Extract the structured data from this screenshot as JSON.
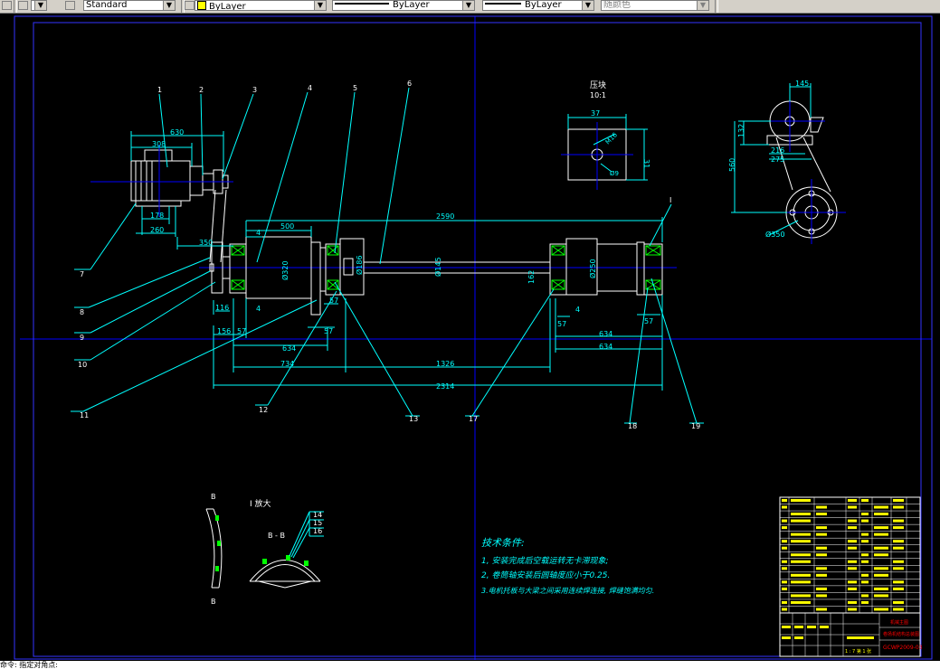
{
  "toolbar": {
    "text_style": "Standard",
    "color": "ByLayer",
    "linetype": "ByLayer",
    "lineweight": "ByLayer",
    "plotstyle": "随颜色",
    "color_swatch": "#ffff00"
  },
  "colors": {
    "background": "#000000",
    "frame": "#3333ff",
    "dim": "#00ffff",
    "part": "#ffffff",
    "bearing": "#00ff00",
    "center": "#0000ff",
    "note": "#00ffff",
    "titleblock_fill": "#ffff00",
    "title_red": "#ff0000"
  },
  "drawing": {
    "balloons": [
      "1",
      "2",
      "3",
      "4",
      "5",
      "6",
      "7",
      "8",
      "9",
      "10",
      "11",
      "12",
      "13",
      "14",
      "15",
      "16",
      "17",
      "18",
      "19"
    ],
    "dims": {
      "d630": "630",
      "d308": "308",
      "d178": "178",
      "d260": "260",
      "d350": "350",
      "d500": "500",
      "d2590": "2590",
      "d4a": "4",
      "d4b": "4",
      "d4c": "4",
      "dphi320": "Ø320",
      "dphi186": "Ø186",
      "dphi145": "Ø145",
      "dphi250": "Ø250",
      "d162": "162",
      "d116": "116",
      "d156": "156",
      "d57a": "57",
      "d57b": "57",
      "d57c": "57",
      "d57d": "57",
      "d634a": "634",
      "d634b": "634",
      "d634c": "634",
      "d734": "734",
      "d1326": "1326",
      "d2314": "2314",
      "d145": "145",
      "d132": "132",
      "d216": "216",
      "d275": "275",
      "d560": "560",
      "dphi350": "Ø350",
      "d37": "37",
      "d31": "31",
      "dphi9": "Ø9",
      "dM16": "M16"
    },
    "pressure_title": "压块",
    "pressure_scale": "10:1",
    "detail_I": "I",
    "detail_I_title": "I 放大",
    "section_B": "B",
    "section_BB": "B - B",
    "tech_title": "技术条件:",
    "tech_1": "1, 安装完成后空载运转无卡滞现象;",
    "tech_2": "2, 卷筒轴安装后圆轴度应小于0.25.",
    "tech_3": "3.电机托板与大梁之间采用连续焊连接, 焊缝饱满均匀.",
    "title_red_1": "机械主图",
    "title_red_2": "卷扬机结构总装图",
    "title_red_3": "GCWP2009-03",
    "title_scale": "1 : 7 第 1 张"
  },
  "cmdline": "命令: 指定对角点:"
}
